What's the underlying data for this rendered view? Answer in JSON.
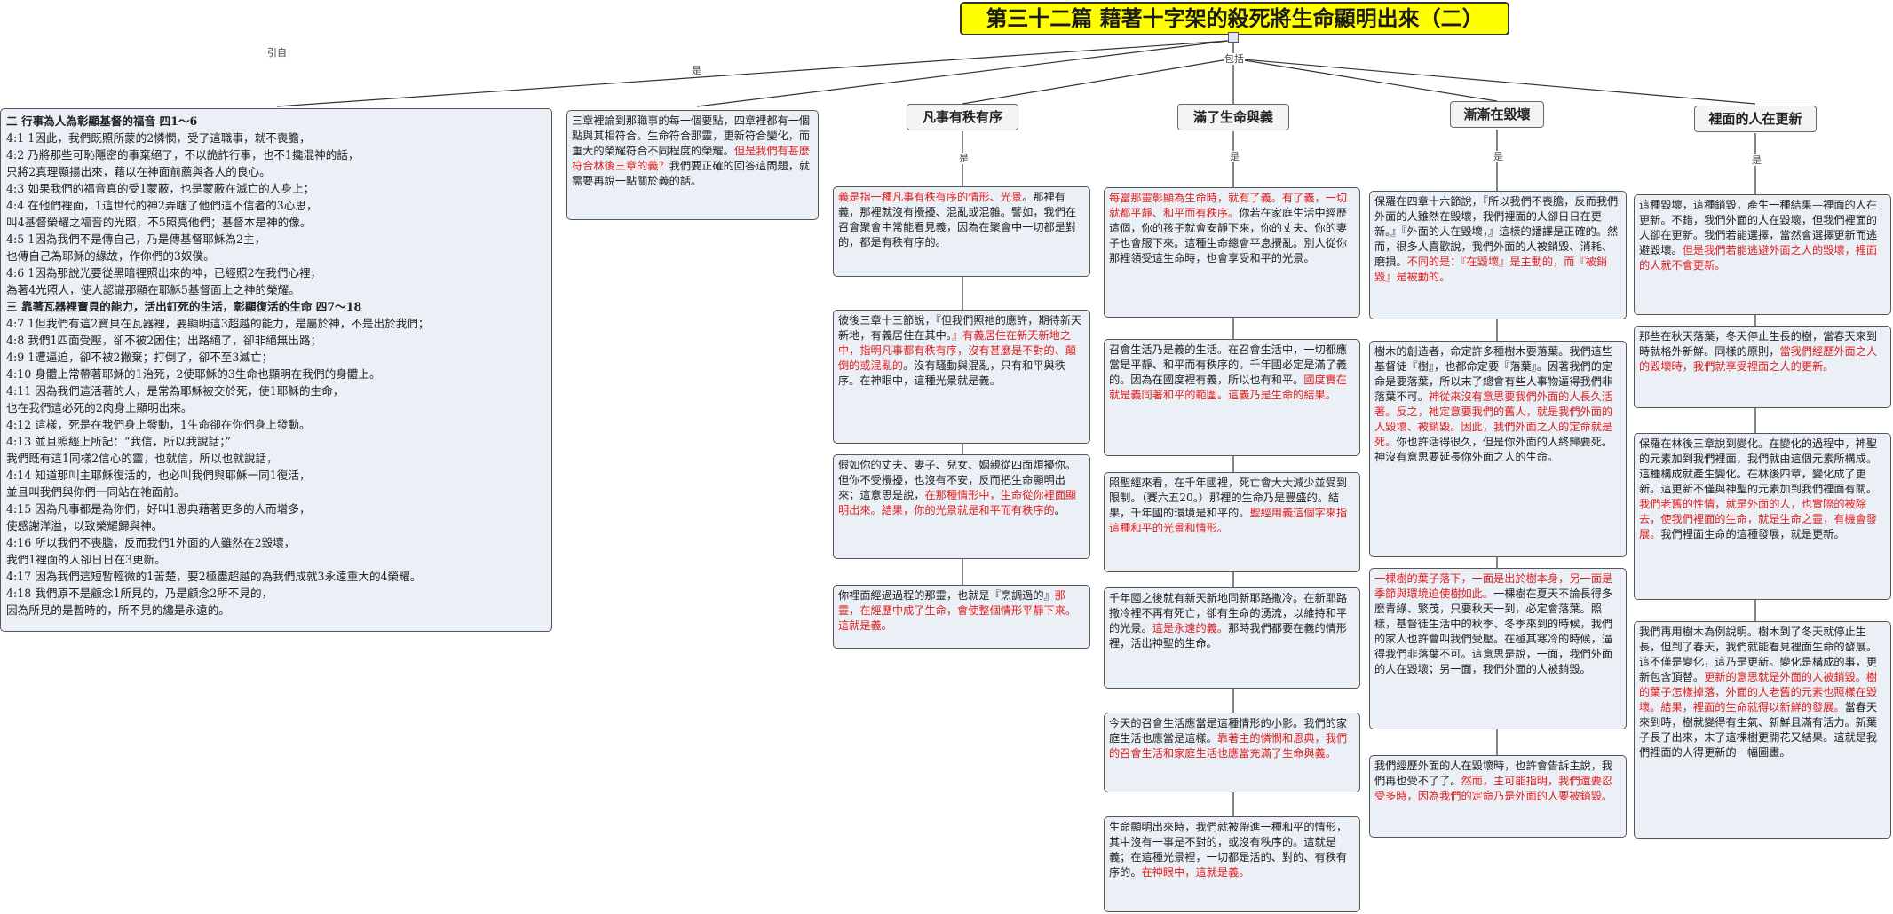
{
  "title": "第三十二篇  藉著十字架的殺死將生命顯明出來（二）",
  "links": {
    "intro": "引自",
    "is": "是",
    "includes": "包括"
  },
  "scripture": [
    {
      "text": "二    行事為人為彰顯基督的福音    四1～6",
      "section": true
    },
    {
      "text": "4:1    1因此，我們既照所蒙的2憐憫，受了這職事，就不喪膽，"
    },
    {
      "text": "4:2    乃將那些可恥隱密的事棄絕了，不以詭詐行事，也不1攙混神的話，"
    },
    {
      "text": "只將2真理顯揚出來，藉以在神面前薦與各人的良心。"
    },
    {
      "text": "4:3    如果我們的福音真的受1蒙蔽，也是蒙蔽在滅亡的人身上；"
    },
    {
      "text": "4:4    在他們裡面，1這世代的神2弄瞎了他們這不信者的3心思，"
    },
    {
      "text": "叫4基督榮耀之福音的光照，不5照亮他們；基督本是神的像。"
    },
    {
      "text": "4:5    1因為我們不是傳自己，乃是傳基督耶穌為2主，"
    },
    {
      "text": "也傳自己為耶穌的緣故，作你們的3奴僕。"
    },
    {
      "text": "4:6    1因為那說光要從黑暗裡照出來的神，已經照2在我們心裡，"
    },
    {
      "text": "為著4光照人，使人認識那顯在耶穌5基督面上之神的榮耀。"
    },
    {
      "text": "三    靠著瓦器裡寶貝的能力，活出釘死的生活，彰顯復活的生命    四7～18",
      "section": true
    },
    {
      "text": "4:7    1但我們有這2寶貝在瓦器裡，要顯明這3超越的能力，是屬於神，不是出於我們；"
    },
    {
      "text": "4:8    我們1四面受壓，卻不被2困住；出路絕了，卻非絕無出路；"
    },
    {
      "text": "4:9    1遭逼迫，卻不被2撇棄；打倒了，卻不至3滅亡；"
    },
    {
      "text": "4:10    身體上常帶著耶穌的1治死，2使耶穌的3生命也顯明在我們的身體上。"
    },
    {
      "text": "4:11    因為我們這活著的人，是常為耶穌被交於死，使1耶穌的生命，"
    },
    {
      "text": "也在我們這必死的2肉身上顯明出來。"
    },
    {
      "text": "4:12    這樣，死是在我們身上發動，1生命卻在你們身上發動。"
    },
    {
      "text": "4:13    並且照經上所記：“我信，所以我說話；”"
    },
    {
      "text": "我們既有這1同樣2信心的靈，也就信，所以也就說話，"
    },
    {
      "text": "4:14    知道那叫主耶穌復活的，也必叫我們與耶穌一同1復活，"
    },
    {
      "text": "並且叫我們與你們一同站在祂面前。"
    },
    {
      "text": "4:15    因為凡事都是為你們，好叫1恩典藉著更多的人而增多，"
    },
    {
      "text": "使感謝洋溢，以致榮耀歸與神。"
    },
    {
      "text": "4:16    所以我們不喪膽，反而我們1外面的人雖然在2毀壞，"
    },
    {
      "text": "我們1裡面的人卻日日在3更新。"
    },
    {
      "text": "4:17    因為我們這短暫輕微的1苦楚，要2極盡超越的為我們成就3永遠重大的4榮耀。"
    },
    {
      "text": "4:18    我們原不是顧念1所見的，乃是顧念2所不見的，"
    },
    {
      "text": "因為所見的是暫時的，所不見的纔是永遠的。"
    }
  ],
  "overview": {
    "parts": [
      {
        "t": "三章裡論到那職事的每一個要點，四章裡都有一個點與其相符合。生命符合那靈，更新符合變化，而重大的榮耀符合不同程度的榮耀。"
      },
      {
        "t": "但是我們有甚麼符合林後三章的義？",
        "red": true
      },
      {
        "t": "我們要正確的回答這問題，就需要再說一點關於義的話。"
      }
    ]
  },
  "columns": [
    {
      "heading": "凡事有秩有序",
      "boxes": [
        [
          {
            "t": "義是指一種凡事有秩有序的情形、光景",
            "red": true
          },
          {
            "t": "。那裡有義，那裡就沒有攪擾、混亂或混雜。譬如，我們在召會聚會中常能看見義，因為在聚會中一切都是對的，都是有秩有序的。"
          }
        ],
        [
          {
            "t": "彼後三章十三節說，『但我們照祂的應許，期待新天新地，有義居住在其中。"
          },
          {
            "t": "』有義居住在新天新地之中，指明凡事都有秩有序，沒有甚麼是不對的、顛倒的或混亂的",
            "red": true
          },
          {
            "t": "。沒有騷動與混亂，只有和平與秩序。在神眼中，這種光景就是義。"
          }
        ],
        [
          {
            "t": "假如你的丈夫、妻子、兒女、姻親從四面煩擾你。但你不受攪擾，也沒有不安，反而把生命顯明出來；這意思是說，"
          },
          {
            "t": "在那種情形中，生命從你裡面顯明出來。結果，你的光景就是和平而有秩序的",
            "red": true
          },
          {
            "t": "。"
          }
        ],
        [
          {
            "t": "你裡面經過過程的那靈，也就是『烹調過的』"
          },
          {
            "t": "那靈，在經歷中成了生命，會使整個情形平靜下來。這就是義。",
            "red": true
          }
        ]
      ]
    },
    {
      "heading": "滿了生命與義",
      "boxes": [
        [
          {
            "t": "每當那靈彰顯為生命時，就有了義。有了義，一切就都平靜、和平而有秩序。",
            "red": true
          },
          {
            "t": "你若在家庭生活中經歷這個，你的孩子就會安靜下來，你的丈夫、你的妻子也會服下來。這種生命總會平息攪亂。別人從你那裡領受這生命時，也會享受和平的光景。"
          }
        ],
        [
          {
            "t": "召會生活乃是義的生活。在召會生活中，一切都應當是平靜、和平而有秩序的。千年國必定是滿了義的。因為在國度裡有義，所以也有和平。"
          },
          {
            "t": "國度實在就是義同著和平的範圍。這義乃是生命的結果。",
            "red": true
          }
        ],
        [
          {
            "t": "照聖經來看，在千年國裡，死亡會大大減少並受到限制。（賽六五20。）那裡的生命乃是豐盛的。結果，千年國的環境是和平的。"
          },
          {
            "t": "聖經用義這個字來指這種和平的光景和情形。",
            "red": true
          }
        ],
        [
          {
            "t": "千年國之後就有新天新地同新耶路撒冷。在新耶路撒冷裡不再有死亡，卻有生命的湧流，以維持和平的光景。"
          },
          {
            "t": "這是永遠的義。",
            "red": true
          },
          {
            "t": "那時我們都要在義的情形裡，活出神聖的生命。"
          }
        ],
        [
          {
            "t": "今天的召會生活應當是這種情形的小影。我們的家庭生活也應當是這樣。"
          },
          {
            "t": "靠著主的憐憫和恩典，我們的召會生活和家庭生活也應當充滿了生命與義。",
            "red": true
          }
        ],
        [
          {
            "t": "生命顯明出來時，我們就被帶進一種和平的情形，其中沒有一事是不對的，或沒有秩序的。這就是義；在這種光景裡，一切都是活的、對的、有秩有序的。"
          },
          {
            "t": "在神眼中，這就是義。",
            "red": true
          }
        ]
      ]
    },
    {
      "heading": "漸漸在毀壞",
      "boxes": [
        [
          {
            "t": "保羅在四章十六節說，『所以我們不喪膽，反而我們外面的人雖然在毀壞，我們裡面的人卻日日在更新。』『外面的人在毀壞，』這樣的繙譯是正確的。然而，很多人喜歡說，我們外面的人被銷毀、消耗、磨損。"
          },
          {
            "t": "不同的是：『在毀壞』是主動的，而『被銷毀』是被動的。",
            "red": true
          }
        ],
        [
          {
            "t": "樹木的創造者，命定許多種樹木要落葉。我們這些基督徒『樹』，也都命定要『落葉』。因著我們的定命是要落葉，所以末了總會有些人事物逼得我們非落葉不可。"
          },
          {
            "t": "神從來沒有意思要我們外面的人長久活著。反之，祂定意要我們的舊人，就是我們外面的人毀壞、被銷毀。因此，我們外面之人的定命就是死。",
            "red": true
          },
          {
            "t": "你也許活得很久，但是你外面的人終歸要死。神沒有意思要延長你外面之人的生命。"
          }
        ],
        [
          {
            "t": "一棵樹的葉子落下，一面是出於樹本身，另一面是季節與環境迫使樹如此。",
            "red": true
          },
          {
            "t": "一棵樹在夏天不論長得多麼青綠、繁茂，只要秋天一到，必定會落葉。照樣，基督徒生活中的秋季、冬季來到的時候，我們的家人也許會叫我們受壓。在極其寒冷的時候，逼得我們非落葉不可。這意思是說，一面，我們外面的人在毀壞；另一面，我們外面的人被銷毀。"
          }
        ],
        [
          {
            "t": "我們經歷外面的人在毀壞時，也許會告訴主說，我們再也受不了了。"
          },
          {
            "t": "然而，主可能指明，我們還要忍受多時，因為我們的定命乃是外面的人要被銷毀。",
            "red": true
          }
        ]
      ]
    },
    {
      "heading": "裡面的人在更新",
      "boxes": [
        [
          {
            "t": "這種毀壞，這種銷毀，產生一種結果—裡面的人在更新。不錯，我們外面的人在毀壞，但我們裡面的人卻在更新。我們若能選擇，當然會選擇更新而逃避毀壞。"
          },
          {
            "t": "但是我們若能逃避外面之人的毀壞，裡面的人就不會更新。",
            "red": true
          }
        ],
        [
          {
            "t": "那些在秋天落葉，冬天停止生長的樹，當春天來到時就格外新鮮。同樣的原則，"
          },
          {
            "t": "當我們經歷外面之人的毀壞時，我們就享受裡面之人的更新。",
            "red": true
          }
        ],
        [
          {
            "t": "保羅在林後三章說到變化。在變化的過程中，神聖的元素加到我們裡面，我們就由這個元素所構成。這種構成就產生變化。在林後四章，變化成了更新。這更新不僅與神聖的元素加到我們裡面有關。"
          },
          {
            "t": "我們老舊的性情，就是外面的人，也實際的被除去，使我們裡面的生命，就是生命之靈，有機會發展。",
            "red": true
          },
          {
            "t": "我們裡面生命的這種發展，就是更新。"
          }
        ],
        [
          {
            "t": "我們再用樹木為例說明。樹木到了冬天就停止生長，但到了春天，我們就能看見裡面生命的發展。這不僅是變化，這乃是更新。變化是構成的事，更新包含頂替。"
          },
          {
            "t": "更新的意思就是外面的人被銷毀。樹的葉子怎樣掉落，外面的人老舊的元素也照樣在毀壞。結果，裡面的生命就得以新鮮的發展。",
            "red": true
          },
          {
            "t": "當春天來到時，樹就變得有生氣、新鮮且滿有活力。新葉子長了出來，末了這棵樹更開花又結果。這就是我們裡面的人得更新的一幅圖畫。"
          }
        ]
      ]
    }
  ]
}
